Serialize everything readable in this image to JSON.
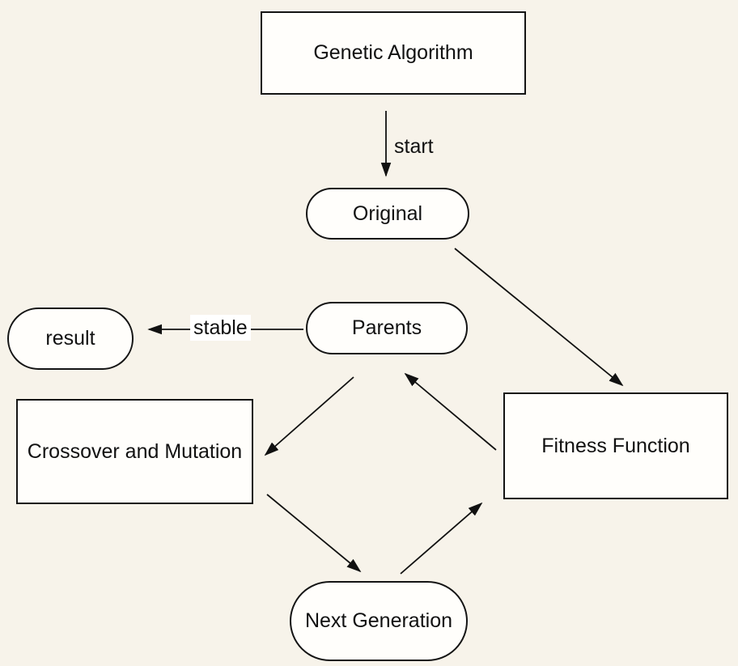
{
  "diagram": {
    "title": "Genetic Algorithm flowchart",
    "colors": {
      "background": "#f7f3ea",
      "node_fill": "#fffefb",
      "border": "#141414",
      "text": "#111111"
    },
    "nodes": [
      {
        "id": "genetic-algorithm",
        "label": "Genetic Algorithm",
        "shape": "rect"
      },
      {
        "id": "original",
        "label": "Original",
        "shape": "stadium"
      },
      {
        "id": "result",
        "label": "result",
        "shape": "stadium"
      },
      {
        "id": "parents",
        "label": "Parents",
        "shape": "stadium"
      },
      {
        "id": "crossover-and-mutation",
        "label": "Crossover and Mutation",
        "shape": "rect"
      },
      {
        "id": "fitness-function",
        "label": "Fitness Function",
        "shape": "rect"
      },
      {
        "id": "next-generation",
        "label": "Next Generation",
        "shape": "stadium"
      }
    ],
    "edge_labels": [
      {
        "id": "start",
        "text": "start"
      },
      {
        "id": "stable",
        "text": "stable"
      }
    ],
    "edges": [
      {
        "from": "genetic-algorithm",
        "to": "original",
        "label": "start"
      },
      {
        "from": "original",
        "to": "fitness-function",
        "label": ""
      },
      {
        "from": "parents",
        "to": "result",
        "label": "stable"
      },
      {
        "from": "parents",
        "to": "crossover-and-mutation",
        "label": ""
      },
      {
        "from": "fitness-function",
        "to": "parents",
        "label": ""
      },
      {
        "from": "crossover-and-mutation",
        "to": "next-generation",
        "label": ""
      },
      {
        "from": "next-generation",
        "to": "fitness-function",
        "label": ""
      }
    ]
  }
}
